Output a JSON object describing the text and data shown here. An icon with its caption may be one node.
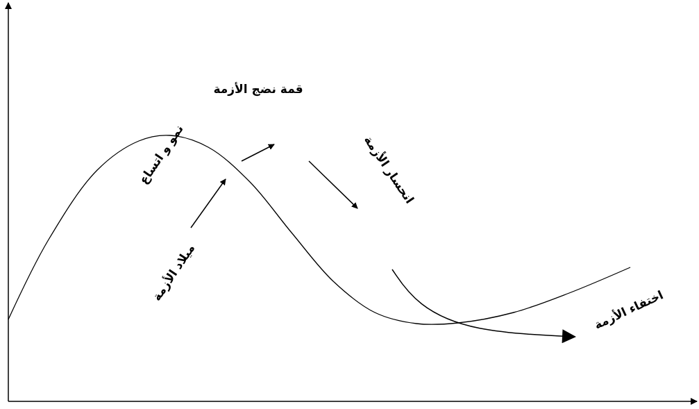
{
  "diagram": {
    "labels": [
      "قمة نضج الأزمة",
      "نمو و اتساع",
      "انحسار الأزمة",
      "ميلاد الأزمة",
      "اختفاء الأزمة"
    ]
  }
}
